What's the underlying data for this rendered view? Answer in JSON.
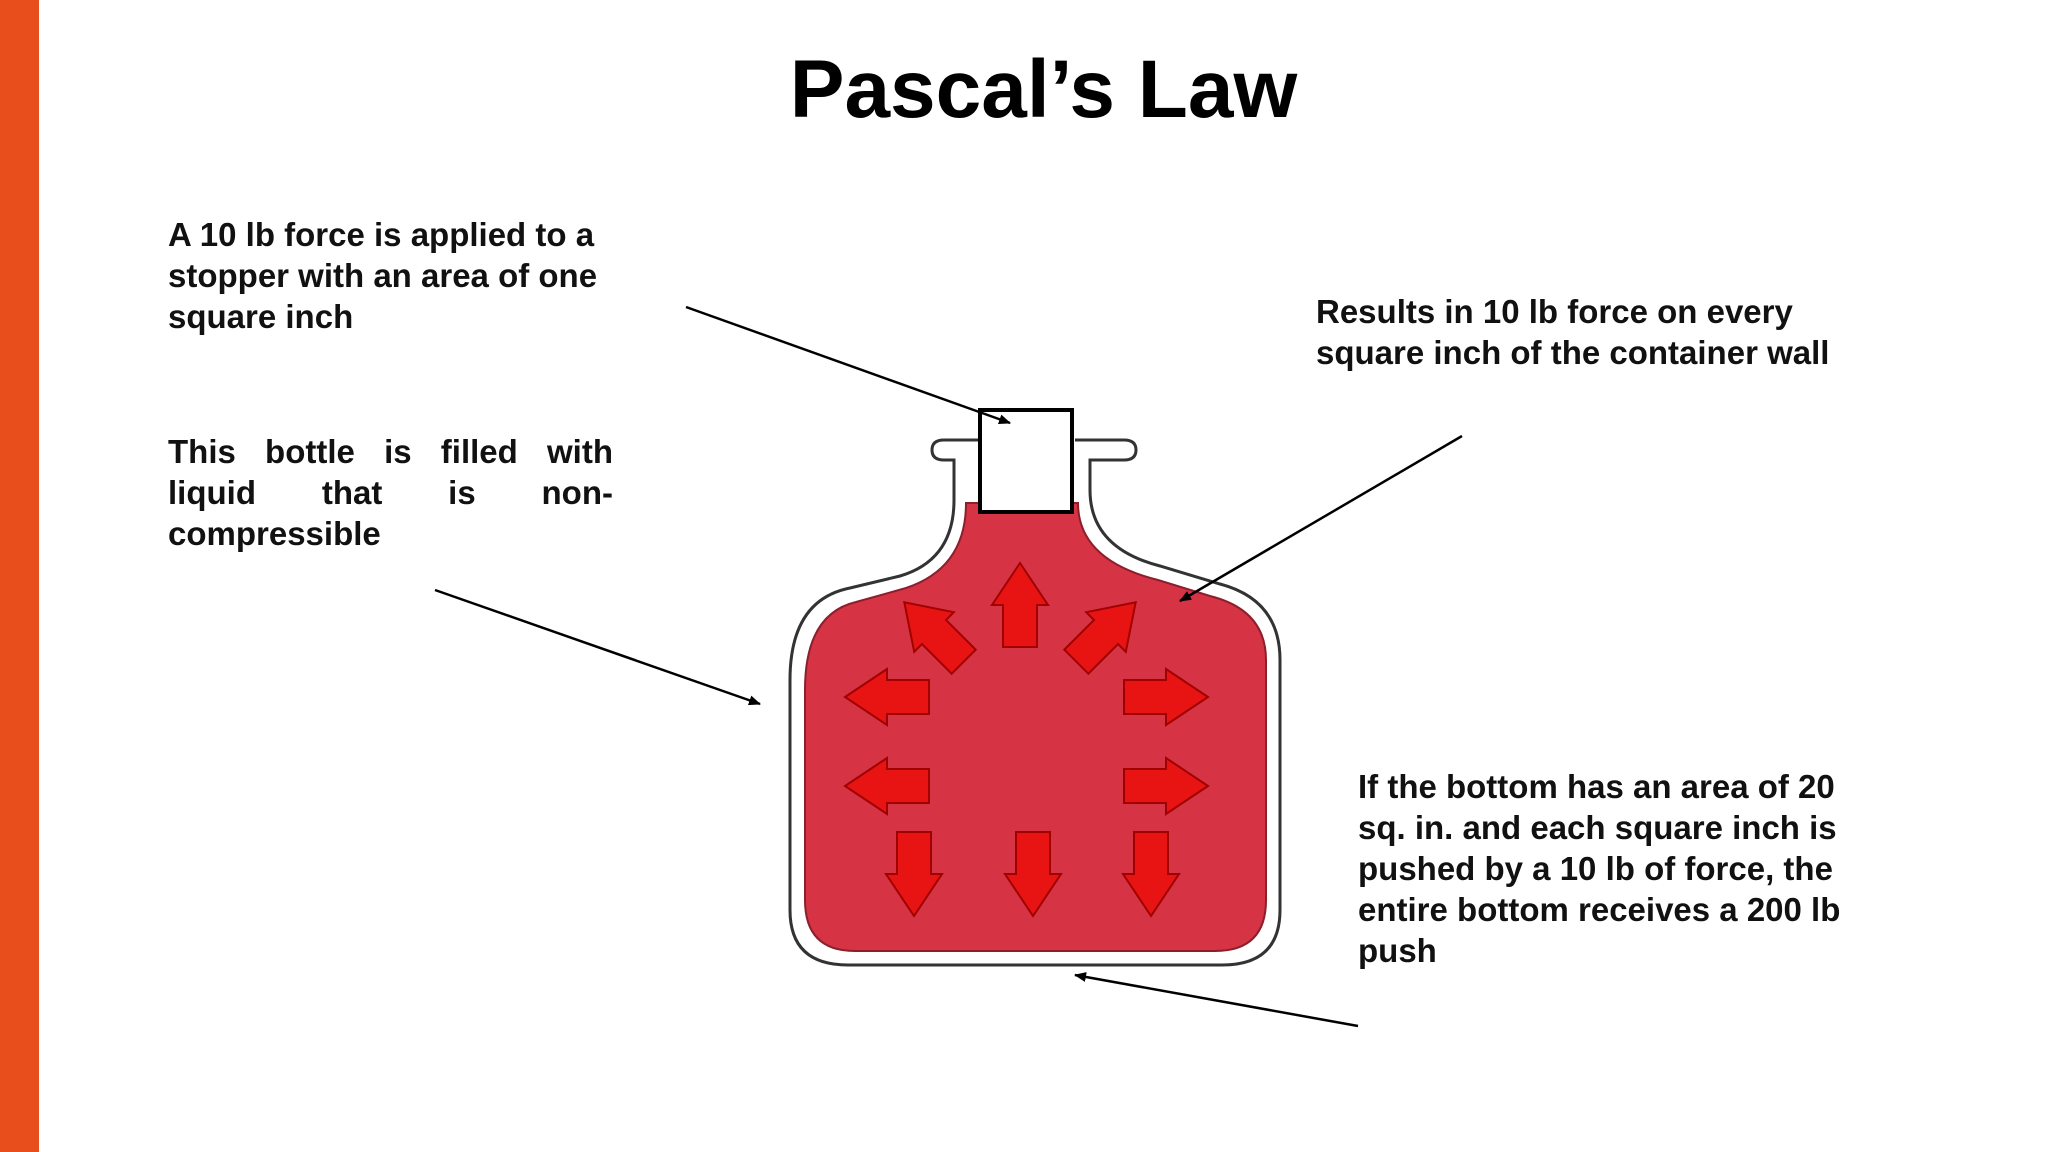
{
  "slide": {
    "title": "Pascal’s Law",
    "accent_color": "#E84E1B",
    "liquid_color": "#D63345",
    "arrow_color": "#E81414"
  },
  "callouts": {
    "stopper": "A 10 lb force is applied to a stopper with an area of one square inch",
    "bottle": "This bottle is filled with liquid that is non-compressible",
    "wall": "Results in 10 lb force on every square inch of the container wall",
    "bottom": "If the bottom has an area of 20 sq. in. and each square inch is pushed by a 10 lb of force, the entire bottom receives a 200 lb push"
  },
  "icons": {
    "pressure_arrow": "arrow-icon",
    "stopper": "stopper-icon"
  }
}
